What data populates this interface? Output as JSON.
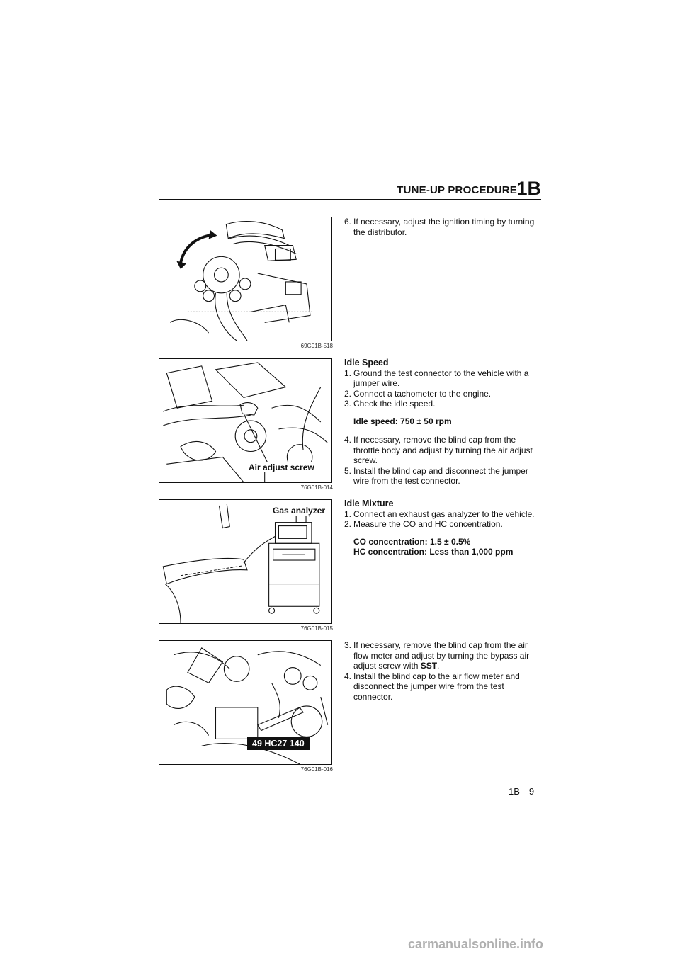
{
  "header": {
    "title": "TUNE-UP PROCEDURE",
    "section": "1B"
  },
  "figures": [
    {
      "code": "69G01B-518"
    },
    {
      "code": "76G01B-014",
      "callout": "Air adjust screw"
    },
    {
      "code": "76G01B-015",
      "callout": "Gas analyzer"
    },
    {
      "code": "76G01B-016",
      "callout": "49 HC27 140"
    }
  ],
  "block1": {
    "steps": [
      {
        "num": "6.",
        "text": "If necessary, adjust the ignition timing by turning the distributor."
      }
    ]
  },
  "block2": {
    "heading": "Idle Speed",
    "steps": [
      {
        "num": "1.",
        "text": "Ground the test connector to the vehicle with a jumper wire."
      },
      {
        "num": "2.",
        "text": "Connect a tachometer to the engine."
      },
      {
        "num": "3.",
        "text": "Check the idle speed."
      }
    ],
    "spec": "Idle speed: 750 ± 50 rpm",
    "steps2": [
      {
        "num": "4.",
        "text": "If necessary, remove the blind cap from the throttle body and adjust by turning the air adjust screw."
      },
      {
        "num": "5.",
        "text": "Install the blind cap and disconnect the jumper wire from the test connector."
      }
    ]
  },
  "block3": {
    "heading": "Idle Mixture",
    "steps": [
      {
        "num": "1.",
        "text": "Connect an exhaust gas analyzer to the vehicle."
      },
      {
        "num": "2.",
        "text": "Measure the CO and HC concentration."
      }
    ],
    "spec1": "CO concentration: 1.5 ± 0.5%",
    "spec2": "HC concentration: Less than 1,000 ppm"
  },
  "block4": {
    "steps": [
      {
        "num": "3.",
        "text_pre": "If necessary, remove the blind cap from the air flow meter and adjust by turning the bypass air adjust screw with ",
        "emph": "SST",
        "text_post": "."
      },
      {
        "num": "4.",
        "text": "Install the blind cap to the air flow meter and disconnect the jumper wire from the test connector."
      }
    ]
  },
  "page_number": "1B—9",
  "watermark": "carmanualsonline.info"
}
